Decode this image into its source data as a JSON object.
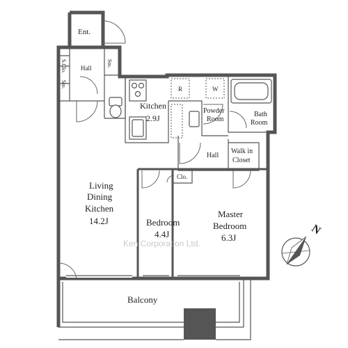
{
  "rooms": {
    "entrance": "Ent.",
    "hall_top": "Hall",
    "shoe_closet_1": "S.Clo.",
    "shoe_closet_2": "Sto.",
    "storage": "Sto.",
    "kitchen_name": "Kitchen",
    "kitchen_size": "2.9J",
    "refrigerator": "R",
    "washer": "W",
    "powder_1": "Powder",
    "powder_2": "Room",
    "bath_1": "Bath",
    "bath_2": "Room",
    "hall_mid": "Hall",
    "walkin_1": "Walk in",
    "walkin_2": "Closet",
    "closet": "Clo.",
    "ldk_1": "Living",
    "ldk_2": "Dining",
    "ldk_3": "Kitchen",
    "ldk_size": "14.2J",
    "bedroom_name": "Bedroom",
    "bedroom_size": "4.4J",
    "master_1": "Master",
    "master_2": "Bedroom",
    "master_size": "6.3J",
    "balcony": "Balcony"
  },
  "compass": {
    "label": "N"
  },
  "watermark": "Ken Corporation Ltd.",
  "colors": {
    "wall": "#555555",
    "column": "#555555",
    "text": "#222222"
  }
}
